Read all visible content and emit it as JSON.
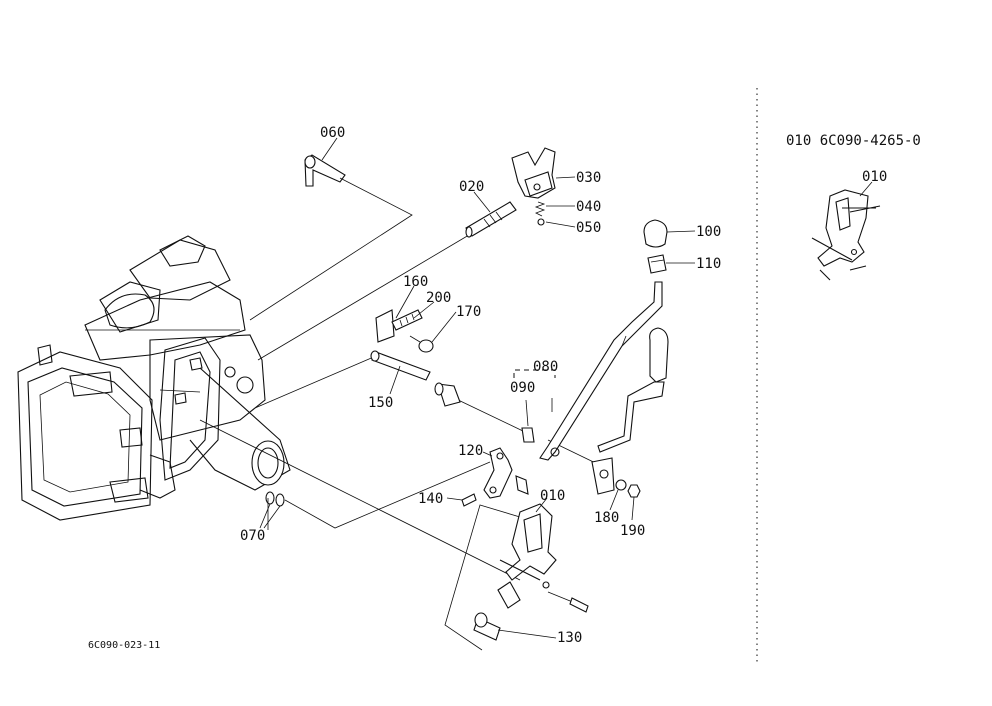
{
  "part_labels": [
    "060",
    "020",
    "030",
    "040",
    "050",
    "100",
    "110",
    "160",
    "200",
    "170",
    "150",
    "080",
    "090",
    "120",
    "140",
    "010",
    "180",
    "190",
    "070",
    "130"
  ],
  "inset": {
    "header": "010 6C090-4265-0",
    "label": "010"
  },
  "footer_code": "6C090-023-11"
}
